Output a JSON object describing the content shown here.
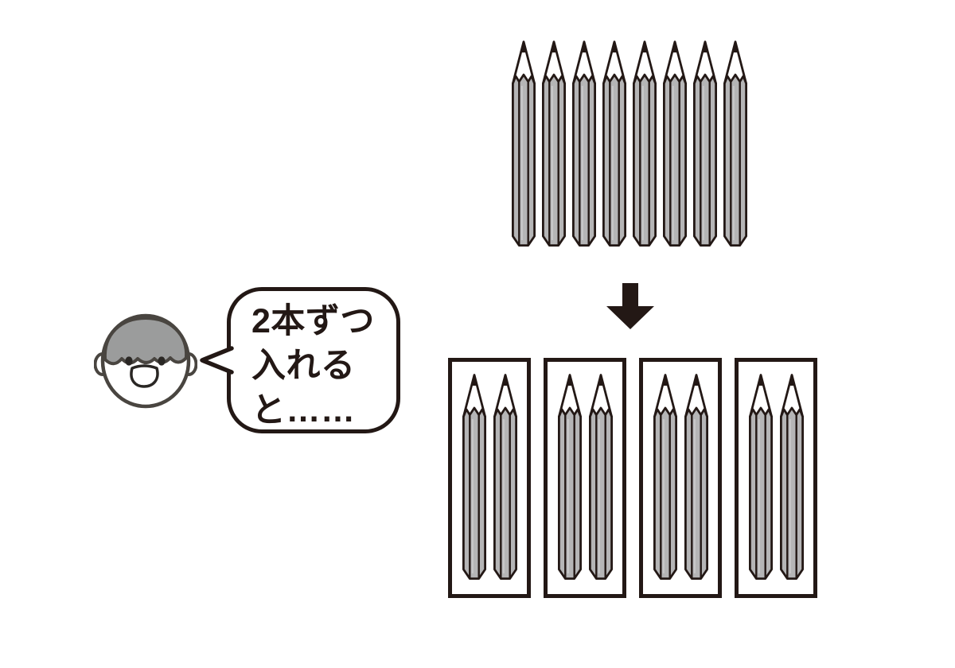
{
  "figure": {
    "background": "#ffffff",
    "top_group": {
      "pencil_count": 8
    },
    "arrow": {
      "direction": "down"
    },
    "boxes": {
      "count": 4,
      "pencils_per_box": 2
    },
    "speech_bubble": {
      "speaker": "boy",
      "lines": [
        "2本ずつ",
        "入れる",
        "と……"
      ]
    },
    "colors": {
      "outline": "#231815",
      "pencil_body": "#b5b5b6",
      "pencil_highlight": "#c8c8c9",
      "hair": "#9b9c9c",
      "face_outline": "#494540"
    }
  }
}
